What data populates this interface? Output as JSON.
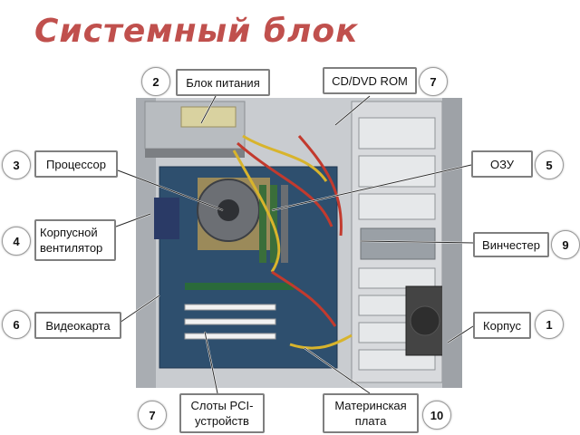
{
  "title": "Системный блок",
  "callouts": [
    {
      "id": "power-supply",
      "label": "Блок питания",
      "number": "2"
    },
    {
      "id": "cd-dvd-rom",
      "label": "CD/DVD ROM",
      "number": "7"
    },
    {
      "id": "processor",
      "label": "Процессор",
      "number": "3"
    },
    {
      "id": "ram",
      "label": "ОЗУ",
      "number": "5"
    },
    {
      "id": "case-fan",
      "label": "Корпусной вентилятор",
      "number": "4"
    },
    {
      "id": "hard-drive",
      "label": "Винчестер",
      "number": "9"
    },
    {
      "id": "video-card",
      "label": "Видеокарта",
      "number": "6"
    },
    {
      "id": "case",
      "label": "Корпус",
      "number": "1"
    },
    {
      "id": "pci-slots",
      "label": "Слоты PCI-устройств",
      "number": "7"
    },
    {
      "id": "motherboard",
      "label": "Материнская плата",
      "number": "10"
    }
  ]
}
